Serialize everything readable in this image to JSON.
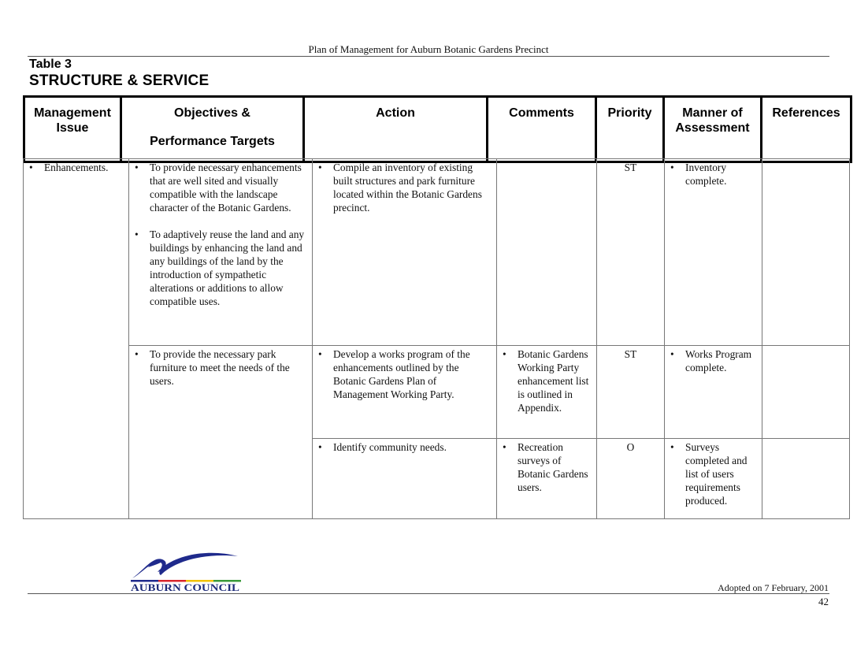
{
  "header": {
    "running_title": "Plan of Management for Auburn Botanic Gardens Precinct",
    "table_number": "Table 3",
    "table_title": "STRUCTURE & SERVICE"
  },
  "columns": {
    "management_issue": [
      "Management",
      "Issue"
    ],
    "objectives": [
      "Objectives &",
      "Performance Targets"
    ],
    "action": "Action",
    "comments": "Comments",
    "priority": "Priority",
    "manner": [
      "Manner of",
      "Assessment"
    ],
    "references": "References"
  },
  "body": {
    "issue": "Enhancements.",
    "objectives_group1": [
      "To provide necessary enhancements that are well sited and visually compatible with the landscape character of the Botanic Gardens.",
      "To adaptively reuse the land and any buildings by enhancing the land and any buildings of the land by the introduction of sympathetic alterations or additions to allow compatible uses."
    ],
    "objectives_group2": "To provide the necessary park furniture to meet the needs of the users.",
    "rows": [
      {
        "action": "Compile an inventory of existing built structures and park furniture located within the Botanic Gardens precinct.",
        "comments": "",
        "priority": "ST",
        "assessment": "Inventory complete.",
        "references": ""
      },
      {
        "action": "Develop a works program of the enhancements outlined by the Botanic Gardens Plan of Management Working Party.",
        "comments": "Botanic Gardens Working Party enhancement list is outlined in Appendix.",
        "priority": "ST",
        "assessment": "Works Program complete.",
        "references": ""
      },
      {
        "action": "Identify community needs.",
        "comments": "Recreation surveys of Botanic Gardens users.",
        "priority": "O",
        "assessment": "Surveys completed and list of users requirements produced.",
        "references": ""
      }
    ]
  },
  "footer": {
    "logo_text": "AUBURN COUNCIL",
    "adopted": "Adopted on 7 February, 2001",
    "page_number": "42"
  },
  "colors": {
    "logo_blue": "#1f2a8c",
    "logo_red": "#d8262c",
    "logo_yellow": "#f2c200",
    "logo_green": "#3a9a3a",
    "logo_text": "#1e2c7a"
  }
}
